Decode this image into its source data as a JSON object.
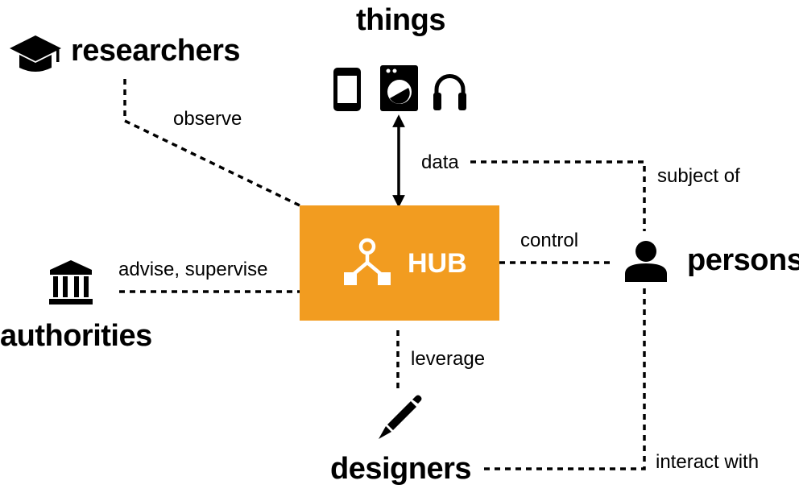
{
  "hub": {
    "label": "HUB",
    "color": "#F29C20"
  },
  "nodes": {
    "researchers": "researchers",
    "things": "things",
    "persons": "persons",
    "authorities": "authorities",
    "designers": "designers"
  },
  "edges": {
    "observe": "observe",
    "data": "data",
    "subject_of": "subject of",
    "control": "control",
    "advise_supervise": "advise, supervise",
    "leverage": "leverage",
    "interact_with": "interact with"
  },
  "icons": {
    "researchers": "graduation-cap-icon",
    "things": [
      "smartphone-icon",
      "washing-machine-icon",
      "headphones-icon"
    ],
    "persons": "person-icon",
    "authorities": "institution-icon",
    "designers": "pencil-icon",
    "hub": "hub-network-icon"
  }
}
